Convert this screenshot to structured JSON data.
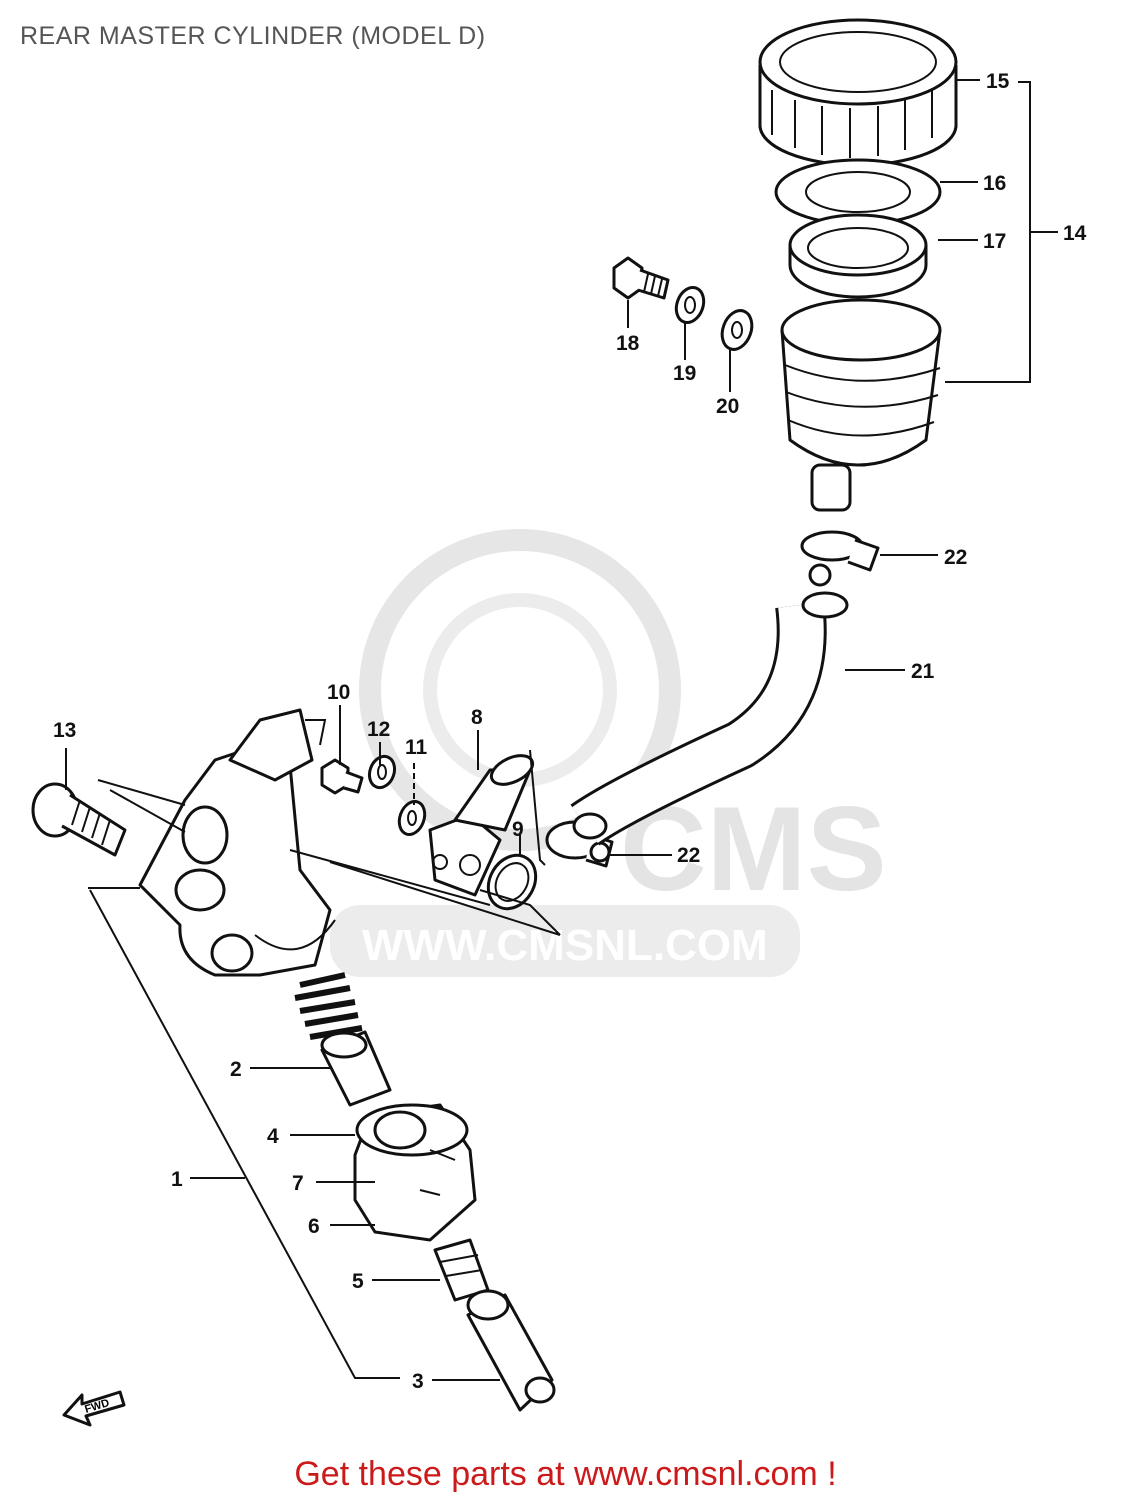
{
  "title": "REAR MASTER CYLINDER (MODEL D)",
  "watermark": "WWW.CMSNL.COM",
  "watermark_logo": "CMS",
  "fwd_label": "FWD",
  "footer": "Get these parts at www.cmsnl.com !",
  "callouts": {
    "p1": "1",
    "p2": "2",
    "p3": "3",
    "p4": "4",
    "p5": "5",
    "p6": "6",
    "p7": "7",
    "p8": "8",
    "p9": "9",
    "p10": "10",
    "p11": "11",
    "p12": "12",
    "p13": "13",
    "p14": "14",
    "p15": "15",
    "p16": "16",
    "p17": "17",
    "p18": "18",
    "p19": "19",
    "p20": "20",
    "p21": "21",
    "p22a": "22",
    "p22b": "22"
  }
}
